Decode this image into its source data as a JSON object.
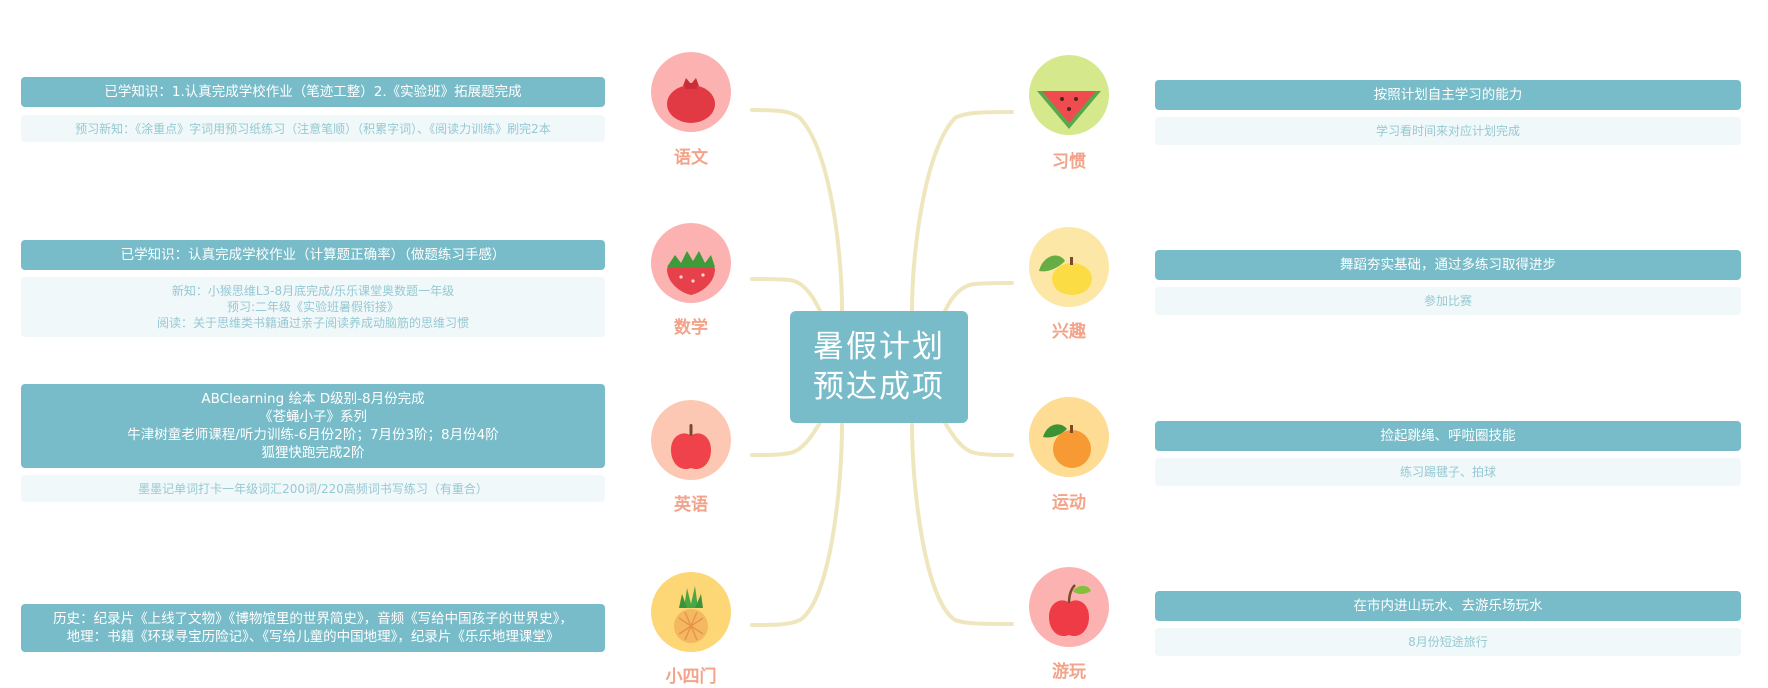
{
  "central": {
    "line1": "暑假计划",
    "line2": "预达成项"
  },
  "colors": {
    "connector": "#efe6bd",
    "central_bg": "#78bcc9",
    "primary_card_bg": "#78bcc9",
    "secondary_card_bg": "#f1f8fa",
    "secondary_text": "#95c9d3",
    "label_text": "#f2a389"
  },
  "left_branches": [
    {
      "label": "语文",
      "icon": "pomegranate-icon",
      "primary": [
        "已学知识：1.认真完成学校作业（笔迹工整）2.《实验班》拓展题完成"
      ],
      "secondary": [
        "预习新知：《涂重点》字词用预习纸练习（注意笔顺）（积累字词）、《阅读力训练》刷完2本"
      ]
    },
    {
      "label": "数学",
      "icon": "strawberry-icon",
      "primary": [
        "已学知识：认真完成学校作业（计算题正确率）（做题练习手感）"
      ],
      "secondary": [
        "新知：小猴思维L3-8月底完成/乐乐课堂奥数题一年级",
        "预习:二年级《实验班暑假衔接》",
        "阅读：关于思维类书籍通过亲子阅读养成动脑筋的思维习惯"
      ]
    },
    {
      "label": "英语",
      "icon": "apple-red-icon",
      "primary": [
        "ABClearning 绘本 D级别-8月份完成",
        "《苍蝇小子》系列",
        "牛津树童老师课程/听力训练-6月份2阶；7月份3阶；8月份4阶",
        "狐狸快跑完成2阶"
      ],
      "secondary": [
        "墨墨记单词打卡一年级词汇200词/220高频词书写练习（有重合）"
      ]
    },
    {
      "label": "小四门",
      "icon": "pineapple-icon",
      "primary": [
        "历史：纪录片《上线了文物》《博物馆里的世界简史》，音频《写给中国孩子的世界史》，",
        "地理：书籍《环球寻宝历险记》、《写给儿童的中国地理》，纪录片《乐乐地理课堂》"
      ],
      "secondary": []
    }
  ],
  "right_branches": [
    {
      "label": "习惯",
      "icon": "watermelon-icon",
      "primary": [
        "按照计划自主学习的能力"
      ],
      "secondary": [
        "学习看时间来对应计划完成"
      ]
    },
    {
      "label": "兴趣",
      "icon": "lemon-icon",
      "primary": [
        "舞蹈夯实基础，通过多练习取得进步"
      ],
      "secondary": [
        "参加比赛"
      ]
    },
    {
      "label": "运动",
      "icon": "orange-icon",
      "primary": [
        "捡起跳绳、呼啦圈技能"
      ],
      "secondary": [
        "练习踢毽子、拍球"
      ]
    },
    {
      "label": "游玩",
      "icon": "cherry-apple-icon",
      "primary": [
        "在市内进山玩水、去游乐场玩水"
      ],
      "secondary": [
        "8月份短途旅行"
      ]
    }
  ]
}
